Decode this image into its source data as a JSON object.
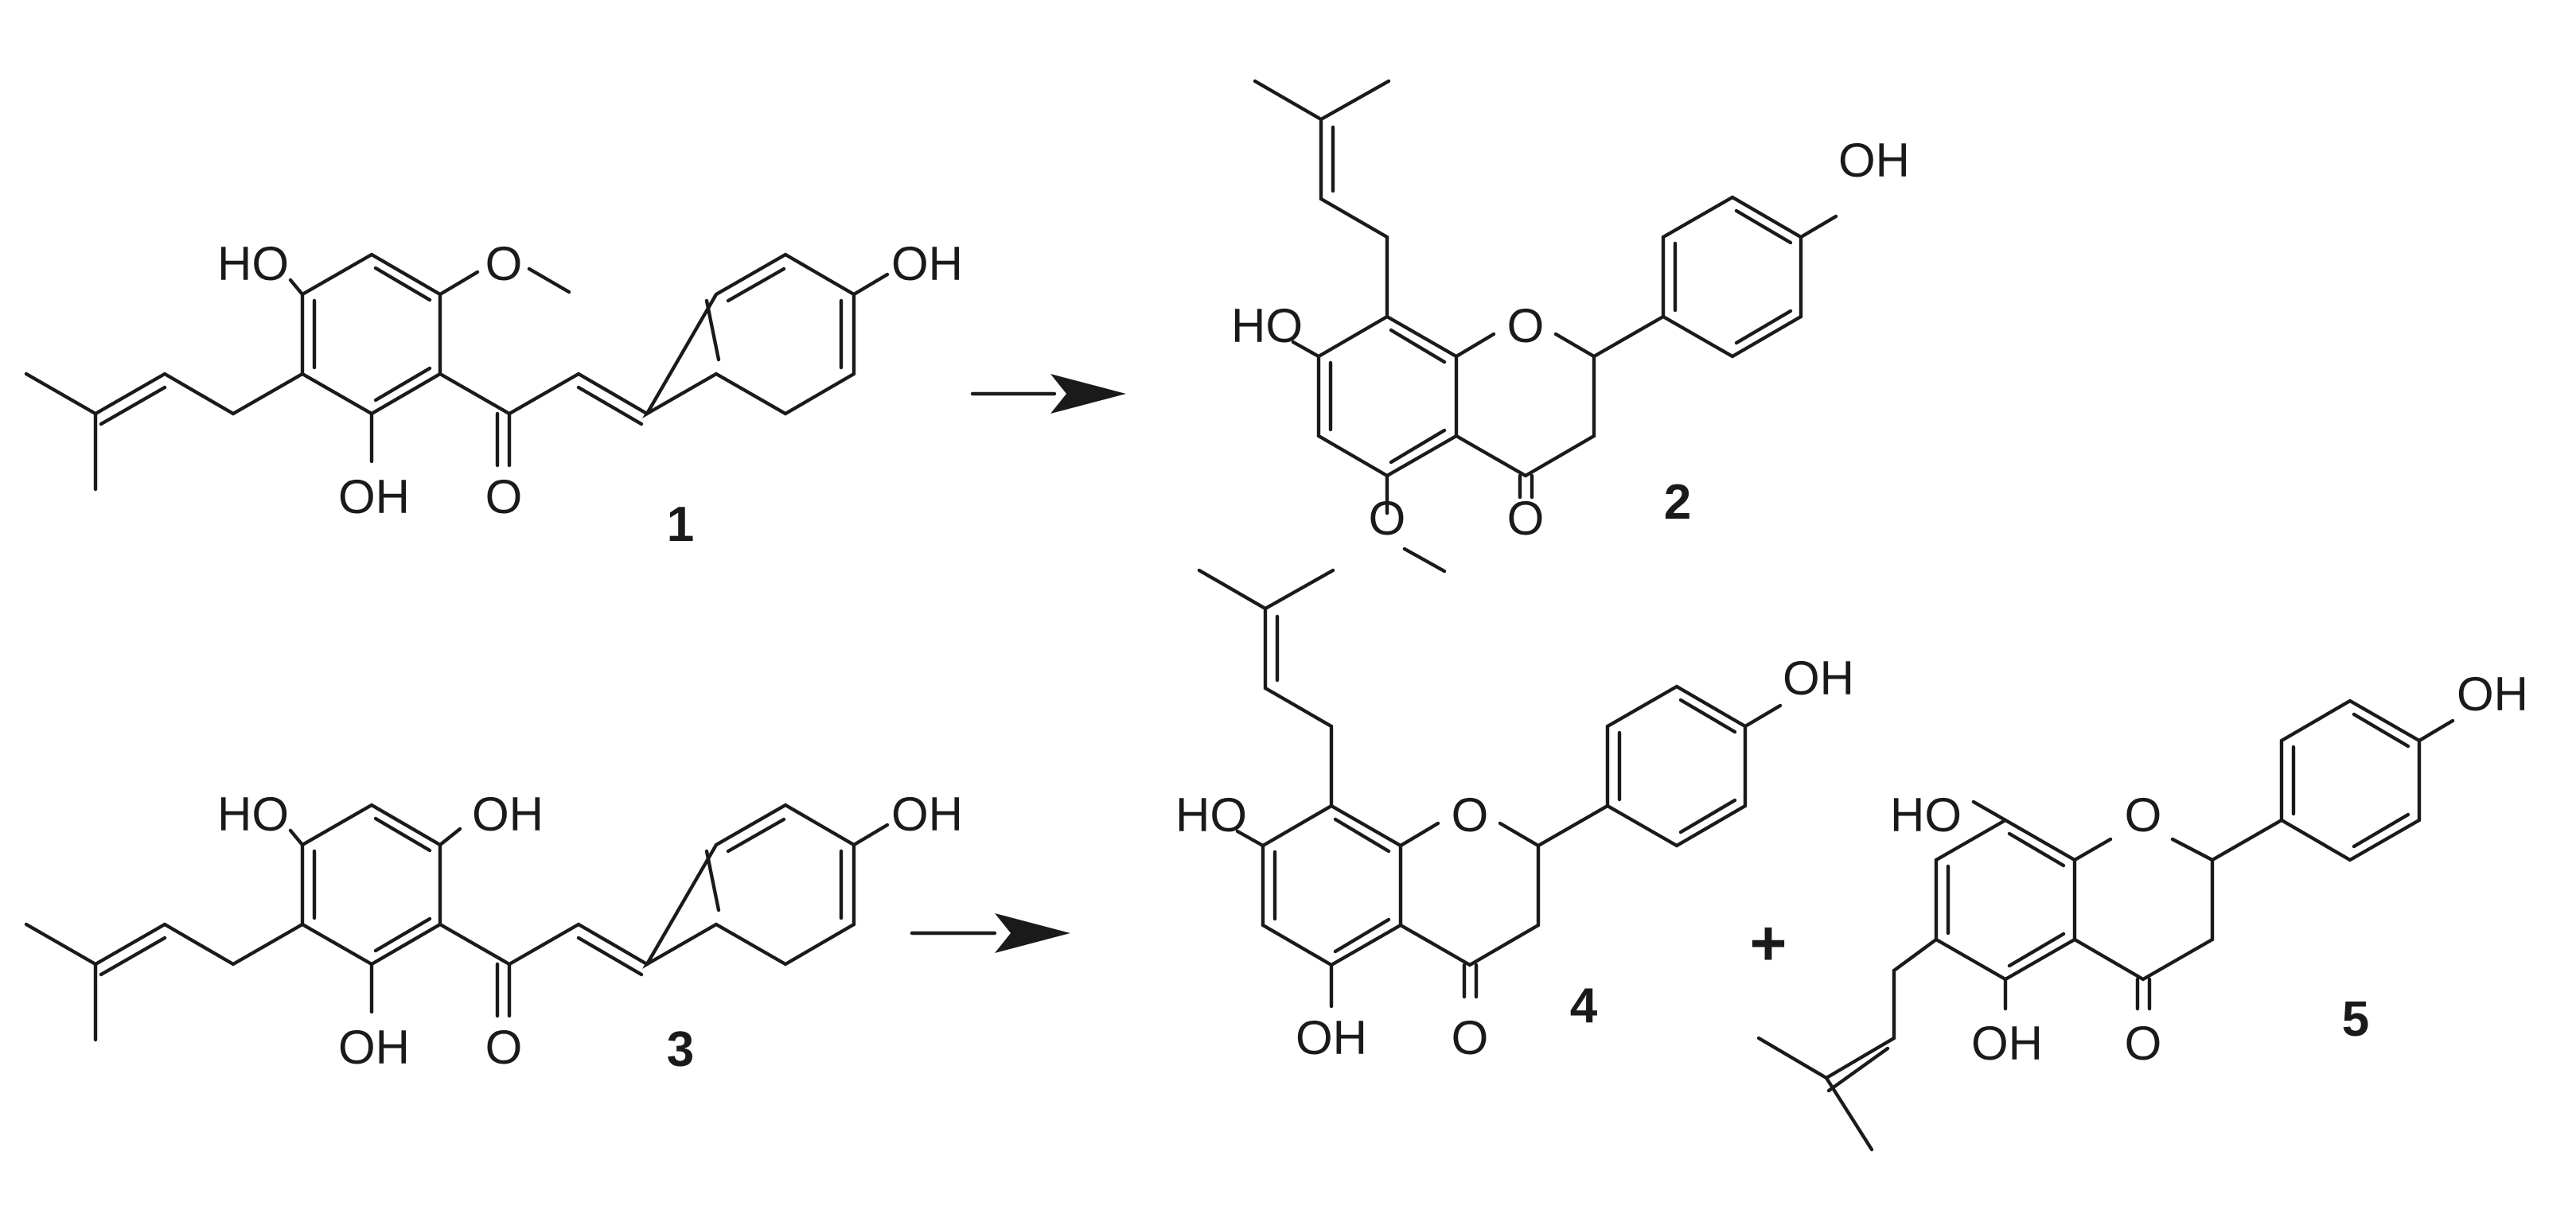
{
  "compounds": {
    "c1": {
      "number": "1",
      "labels": {
        "oh_top": "HO",
        "methoxy_o": "O",
        "oh_bottom": "OH",
        "carbonyl_o": "O",
        "phenol_oh": "OH"
      }
    },
    "c2": {
      "number": "2",
      "labels": {
        "oh_left": "HO",
        "ring_o": "O",
        "phenol_oh": "OH",
        "carbonyl_o": "O",
        "methoxy_o": "O"
      }
    },
    "c3": {
      "number": "3",
      "labels": {
        "oh_top_left": "HO",
        "oh_top_right": "OH",
        "oh_bottom": "OH",
        "carbonyl_o": "O",
        "phenol_oh": "OH"
      }
    },
    "c4": {
      "number": "4",
      "labels": {
        "oh_left": "HO",
        "ring_o": "O",
        "phenol_oh": "OH",
        "oh_bottom": "OH",
        "carbonyl_o": "O"
      }
    },
    "c5": {
      "number": "5",
      "labels": {
        "oh_left": "HO",
        "ring_o": "O",
        "phenol_oh": "OH",
        "oh_bottom": "OH",
        "carbonyl_o": "O"
      }
    }
  },
  "operators": {
    "plus": "+"
  },
  "arrows": [
    "reaction-1-to-2",
    "reaction-3-to-4-and-5"
  ]
}
